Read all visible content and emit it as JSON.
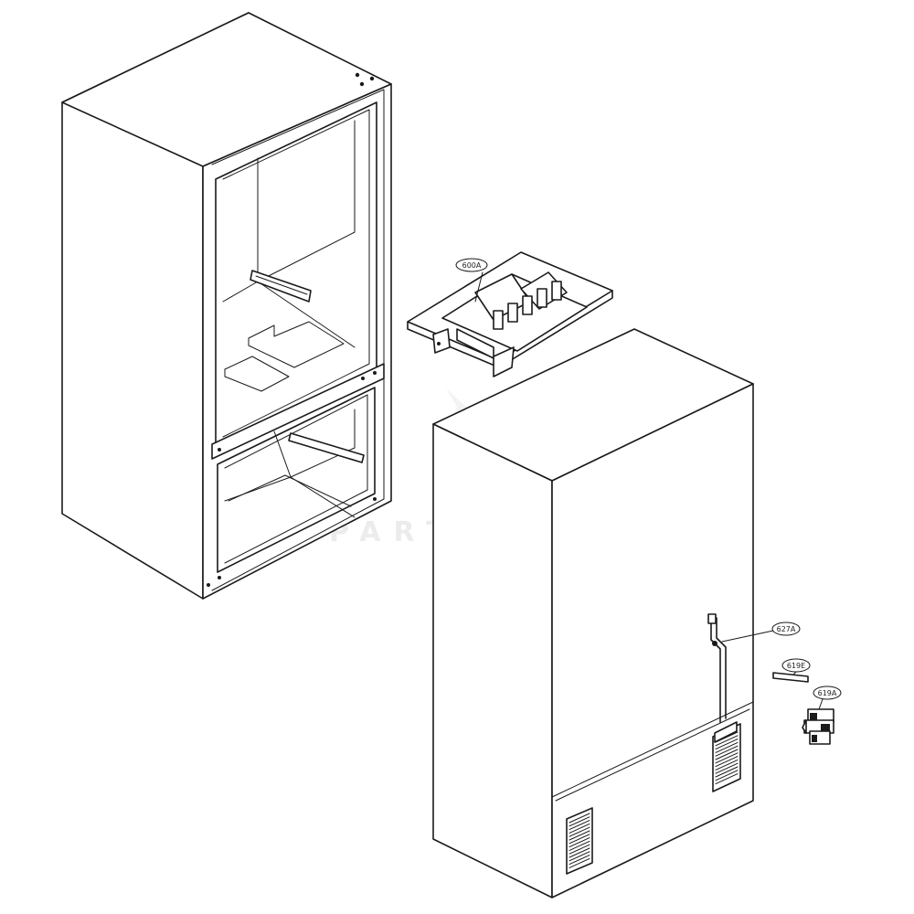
{
  "diagram": {
    "callouts": {
      "ice_maker": "600A",
      "tube": "627A",
      "clamp": "619E",
      "valve": "619A"
    },
    "watermark": "PARTVENTURE"
  },
  "colors": {
    "line": "#1a1a1a",
    "background": "#ffffff",
    "watermark": "#c9c9c9"
  }
}
